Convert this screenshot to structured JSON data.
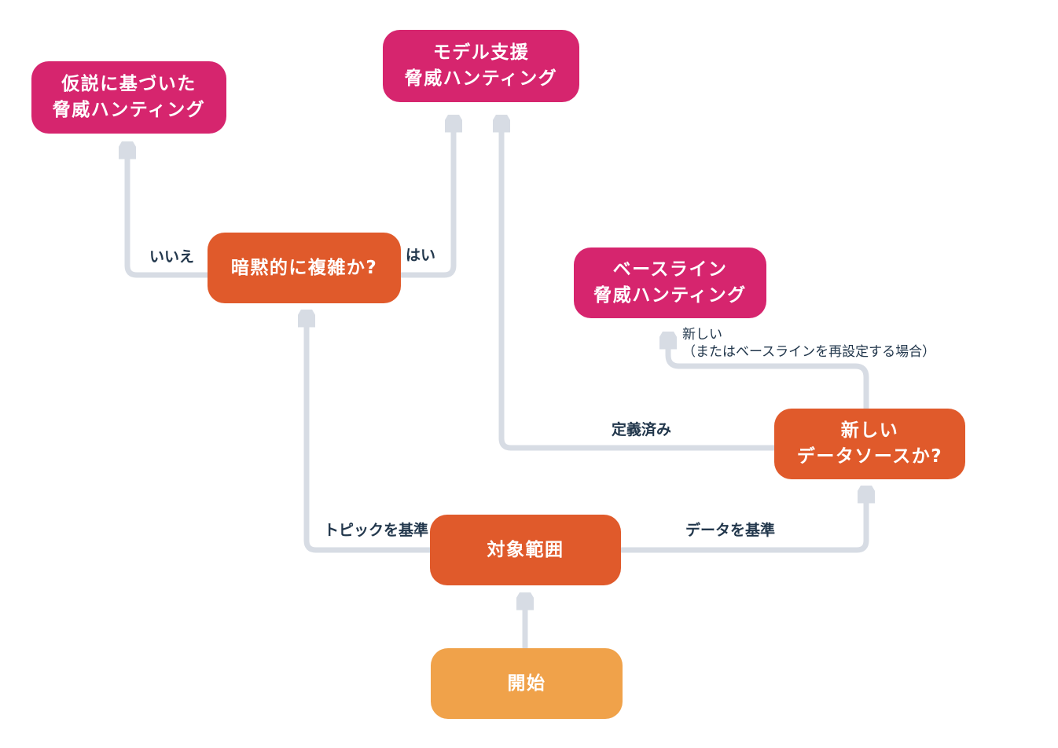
{
  "diagram": {
    "background": "#FFFFFF",
    "nodes": [
      {
        "id": "hypothesis",
        "label": "仮説に基づいた\n脅威ハンティング",
        "kind": "outcome",
        "color": "#D6256E"
      },
      {
        "id": "model-assisted",
        "label": "モデル支援\n脅威ハンティング",
        "kind": "outcome",
        "color": "#D6256E"
      },
      {
        "id": "implicitly-complex",
        "label": "暗黙的に複雑か?",
        "kind": "decision",
        "color": "#E05A2B"
      },
      {
        "id": "baseline",
        "label": "ベースライン\n脅威ハンティング",
        "kind": "outcome",
        "color": "#D6256E"
      },
      {
        "id": "new-data-source",
        "label": "新しい\nデータソースか?",
        "kind": "decision",
        "color": "#E05A2B"
      },
      {
        "id": "scope",
        "label": "対象範囲",
        "kind": "process",
        "color": "#E05A2B"
      },
      {
        "id": "start",
        "label": "開始",
        "kind": "start",
        "color": "#F0A24A"
      }
    ],
    "edge_labels": {
      "no": "いいえ",
      "yes": "はい",
      "topic_based": "トピックを基準",
      "data_based": "データを基準",
      "predefined": "定義済み",
      "new_or_rebaseline": "新しい\n（またはベースラインを再設定する場合）"
    },
    "colors": {
      "outcome_pink": "#D6256E",
      "decision_orange": "#E05A2B",
      "start_amber": "#F0A24A",
      "connector_gray": "#D7DCE4",
      "label_text": "#22374C"
    }
  }
}
